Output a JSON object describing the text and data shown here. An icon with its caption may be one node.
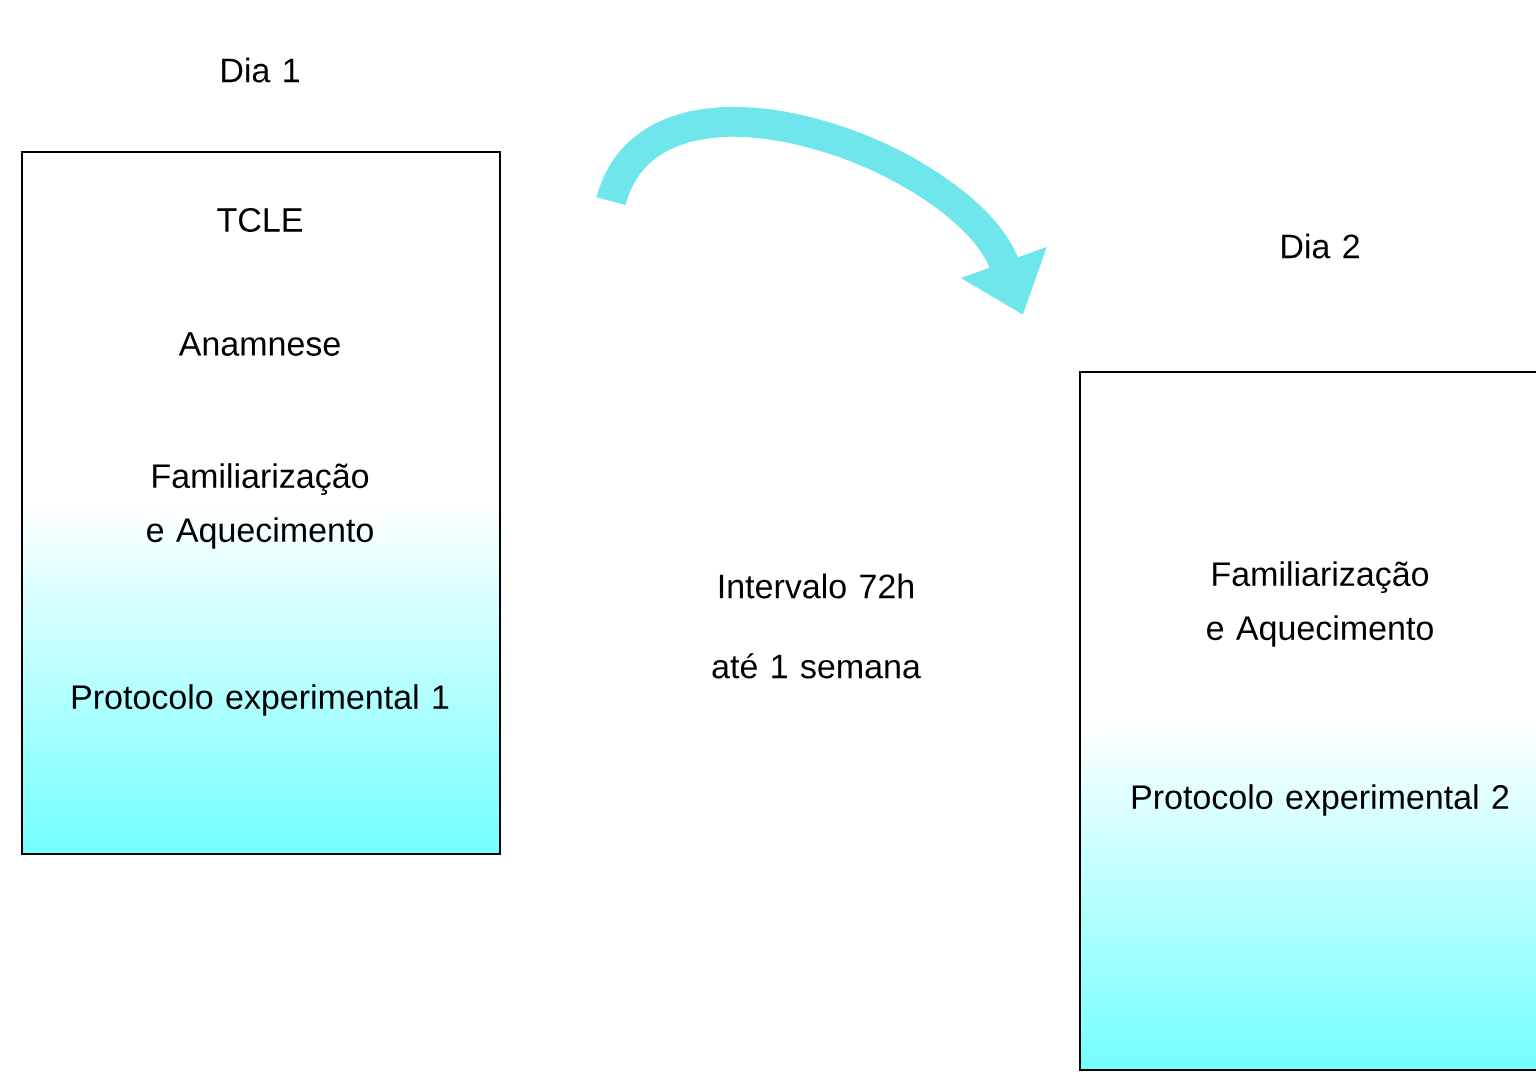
{
  "diagram": {
    "nodes": [
      {
        "text": [
          "Dia 1",
          "TCLE",
          "Anamnese",
          "Familiarização e Aquecimento",
          "Protocolo experimental 1"
        ]
      },
      {
        "text": [
          "Dia 2",
          "Familiarização e Aquecimento",
          "Protocolo experimental 2"
        ]
      }
    ],
    "edges": [
      {
        "from": 0,
        "to": 1,
        "arrow": "to"
      }
    ],
    "labels": [
      "Intervalo 72h até 1 semana"
    ]
  }
}
